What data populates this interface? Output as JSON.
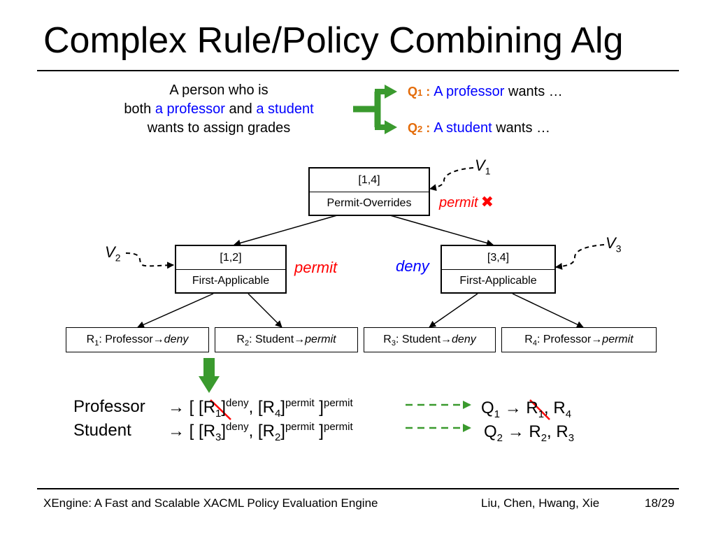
{
  "title": "Complex Rule/Policy Combining Alg",
  "intro": {
    "line1": "A person who is",
    "line2_pre": "both",
    "line2_prof": "a professor",
    "line2_and": "and",
    "line2_student": "a student",
    "line3": "wants to assign grades"
  },
  "queries": {
    "q1_label": "Q",
    "q1_sub": "1",
    "q1_colon": " :",
    "q1_role": "A professor",
    "q1_rest": " wants …",
    "q2_label": "Q",
    "q2_sub": "2",
    "q2_colon": " :",
    "q2_role": "A student",
    "q2_rest": " wants …"
  },
  "tree": {
    "root": {
      "range": "[1,4]",
      "alg": "Permit-Overrides"
    },
    "left": {
      "range": "[1,2]",
      "alg": "First-Applicable"
    },
    "right": {
      "range": "[3,4]",
      "alg": "First-Applicable"
    },
    "v1": {
      "letter": "V",
      "sub": "1"
    },
    "v2": {
      "letter": "V",
      "sub": "2"
    },
    "v3": {
      "letter": "V",
      "sub": "3"
    },
    "root_result": "permit",
    "left_result": "permit",
    "right_result": "deny",
    "cross_symbol": "✖"
  },
  "rules": [
    {
      "r": "R",
      "sub": "1",
      "subject": ": Professor→",
      "effect": "deny"
    },
    {
      "r": "R",
      "sub": "2",
      "subject": ": Student→",
      "effect": "permit"
    },
    {
      "r": "R",
      "sub": "3",
      "subject": ": Student→",
      "effect": "deny"
    },
    {
      "r": "R",
      "sub": "4",
      "subject": ": Professor→",
      "effect": "permit"
    }
  ],
  "mapping": {
    "prof_label": "Professor",
    "student_label": "Student",
    "arrow": "→",
    "open": "[ [",
    "deny_sup": "deny",
    "permit_sup": "permit",
    "r1": "R",
    "r1_sub": "1",
    "r2": "R",
    "r2_sub": "2",
    "r3": "R",
    "r3_sub": "3",
    "r4": "R",
    "r4_sub": "4",
    "close_bracket": "]",
    "mid_sep": ", [",
    "end_close": " ]",
    "q1": "Q",
    "q1_sub": "1",
    "q2": "Q",
    "q2_sub": "2",
    "res_r1": "R",
    "res_r1_sub": "1",
    "res_r4": "R",
    "res_r4_sub": "4",
    "res_r2": "R",
    "res_r2_sub": "2",
    "res_r3": "R",
    "res_r3_sub": "3",
    "comma": ", "
  },
  "footer": {
    "left": "XEngine: A Fast and Scalable XACML Policy Evaluation Engine",
    "authors": "Liu, Chen, Hwang, Xie",
    "page": "18/29"
  },
  "colors": {
    "accent_green": "#3a9a2e",
    "blue": "#0000ff",
    "red": "#ff0000",
    "orange": "#e46c0a"
  }
}
